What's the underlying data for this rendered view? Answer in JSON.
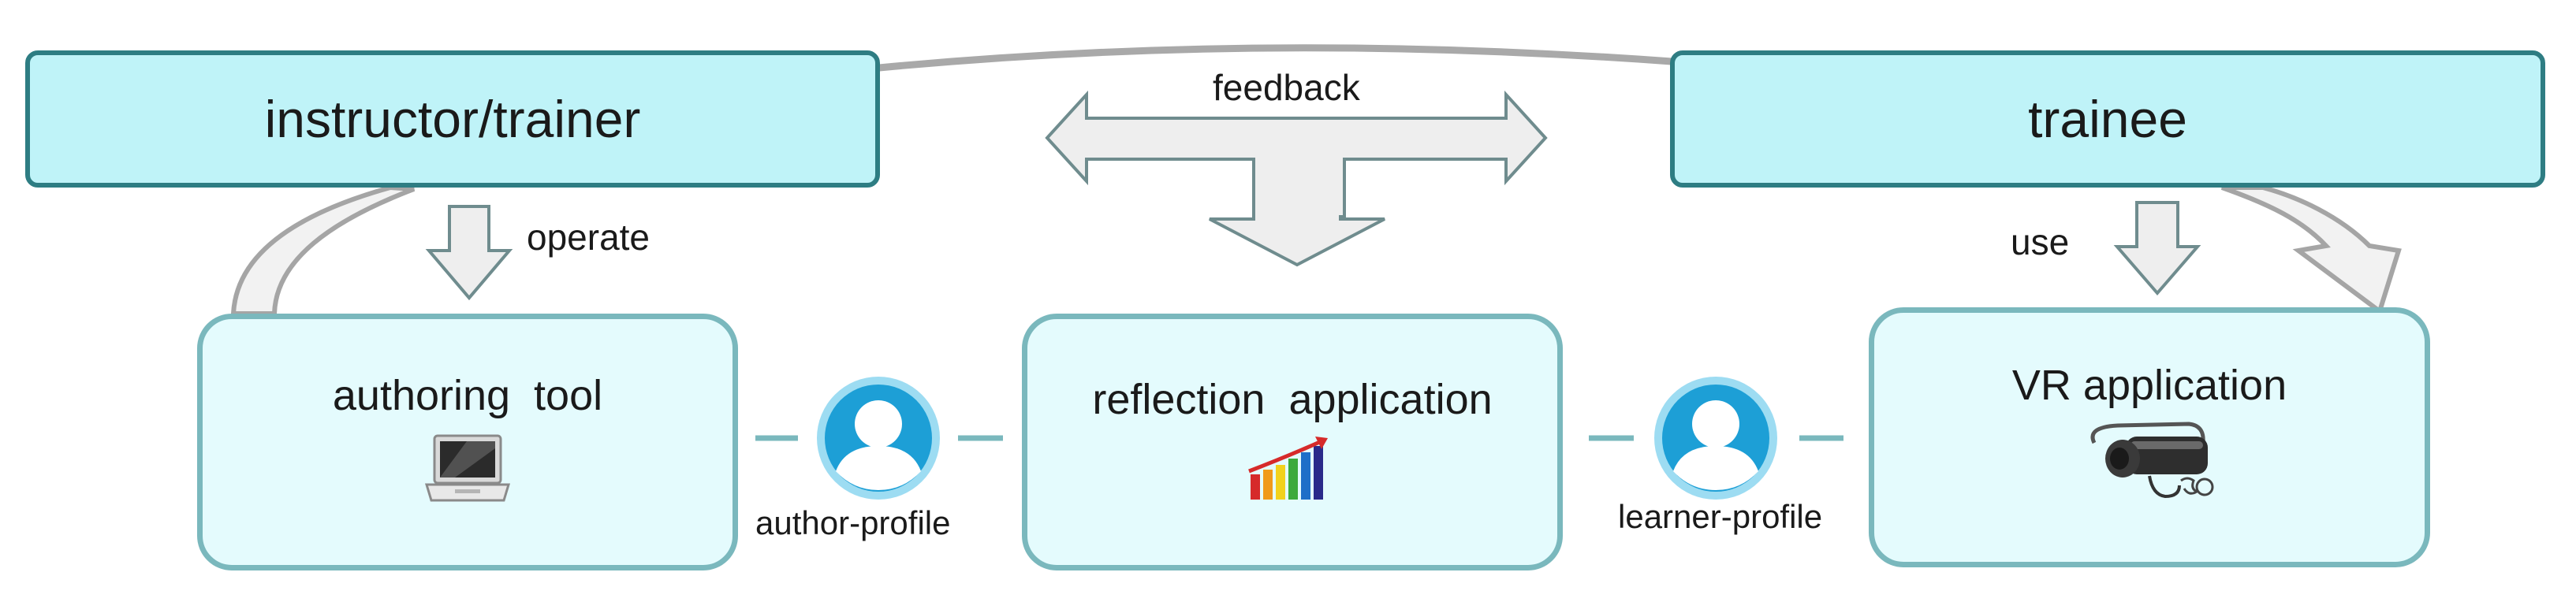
{
  "nodes": {
    "instructor": "instructor/trainer",
    "trainee": "trainee",
    "authoring_tool": "authoring  tool",
    "reflection_app": "reflection  application",
    "vr_app": "VR application"
  },
  "edges": {
    "feedback": "feedback",
    "operate": "operate",
    "use": "use"
  },
  "profiles": {
    "author": "author-profile",
    "learner": "learner-profile"
  },
  "icons": {
    "laptop": "laptop-icon",
    "bar_chart": "growth-bar-chart-icon",
    "vr_headset": "vr-headset-icon",
    "person": "person-avatar-icon"
  },
  "colors": {
    "top_fill": "#bff3f8",
    "top_border": "#2e7d83",
    "bottom_fill": "#e4fbfd",
    "bottom_border": "#7ab8bd",
    "arrow_fill": "#eeeeee",
    "arrow_stroke": "#6f8c8e",
    "avatar_blue": "#1d9fd6"
  }
}
